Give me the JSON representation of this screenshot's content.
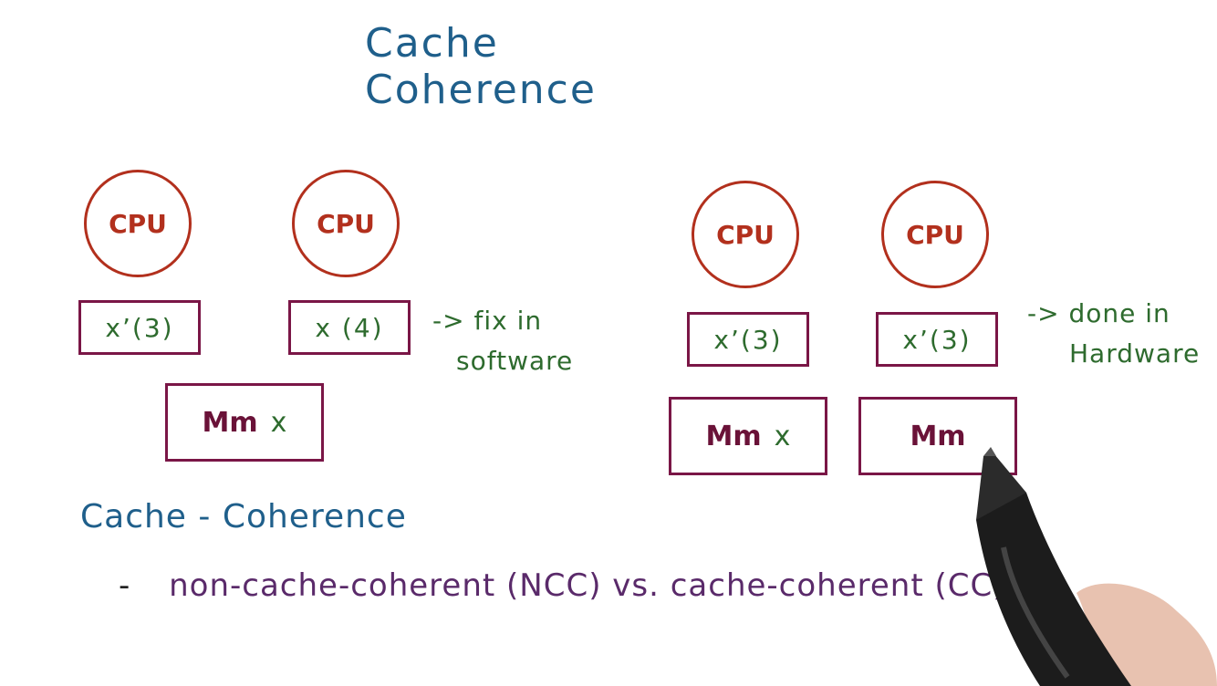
{
  "title": "Cache Coherence",
  "left": {
    "cpu1": "CPU",
    "cpu2": "CPU",
    "cache1": "x’(3)",
    "cache2": "x (4)",
    "note": [
      "-> fix in",
      "software"
    ],
    "mem_label": "Mm",
    "mem_x": "x"
  },
  "right": {
    "cpu1": "CPU",
    "cpu2": "CPU",
    "cache1": "x’(3)",
    "cache2": "x’(3)",
    "note": [
      "-> done in",
      "Hardware"
    ],
    "mem1_label": "Mm",
    "mem1_x": "x",
    "mem2_label": "Mm"
  },
  "subheading": "Cache - Coherence",
  "bullet": {
    "dash": "-",
    "text": "non-cache-coherent (NCC) vs. cache-coherent (CC)"
  },
  "colors": {
    "title": "#1f5f8b",
    "cpu": "#b2301d",
    "box": "#7a1646",
    "cache_text": "#2e6b2e",
    "bullet": "#5a2a6a"
  }
}
